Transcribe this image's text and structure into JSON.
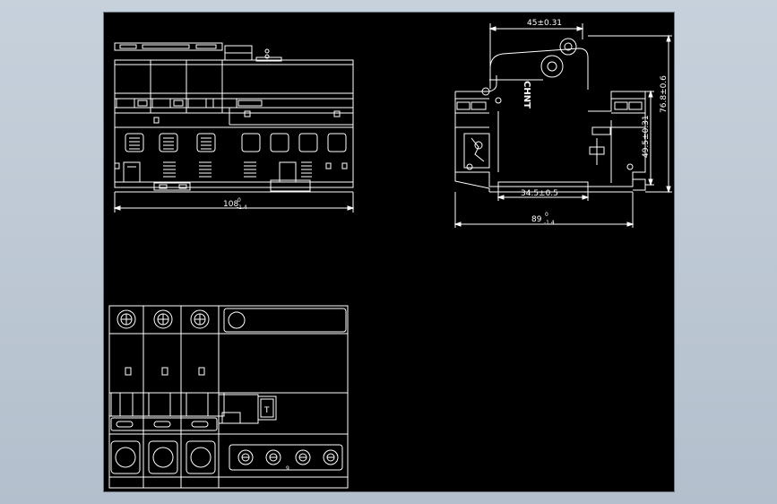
{
  "drawing": {
    "front_view": {
      "width_dim": "108",
      "width_dim_tol": "0",
      "width_dim_tol_lower": "-1.4"
    },
    "side_view": {
      "top_dim": "45±0.31",
      "height_dim_total": "76.8±0.6",
      "height_dim_inner": "49.5±0.31",
      "rail_dim": "34.5±0.5",
      "depth_dim": "89",
      "depth_dim_tol": "0",
      "depth_dim_tol_lower": "-1.4",
      "brand": "CHNT"
    },
    "top_view": {
      "test_button_label": "T",
      "terminal_number": "9"
    }
  },
  "colors": {
    "background": "#b8c4d0",
    "canvas": "#000000",
    "line": "#ffffff"
  }
}
